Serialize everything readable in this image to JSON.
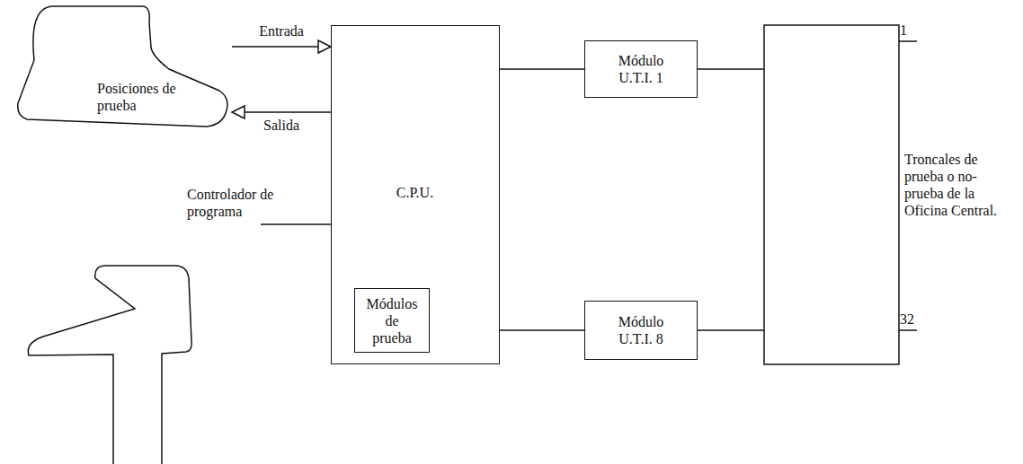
{
  "diagram": {
    "nodes": [
      {
        "text": [
          "Posiciones de prueba"
        ]
      },
      {
        "text": [
          "C.P.U."
        ]
      },
      {
        "text": [
          "Módulos de prueba"
        ],
        "in": 1
      },
      {
        "text": [
          "Módulo U.T.I. 1"
        ]
      },
      {
        "text": [
          "Módulo U.T.I. 8"
        ]
      }
    ],
    "edges": [
      {
        "from": 0,
        "to": 1,
        "label": "Entrada",
        "arrow": "to"
      },
      {
        "from": 1,
        "to": 0,
        "label": "Salida",
        "arrow": "to"
      },
      {
        "from": 1,
        "to": 3,
        "arrow": "none"
      },
      {
        "from": 1,
        "to": 4,
        "arrow": "none"
      }
    ],
    "labels": [
      "Controlador de programa",
      "1",
      "32",
      "Troncales de prueba o no-prueba de la Oficina Central."
    ]
  }
}
